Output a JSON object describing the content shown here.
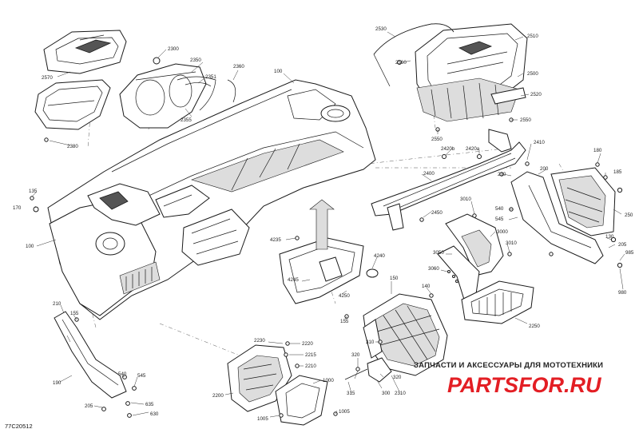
{
  "drawing_code": "77C20512",
  "watermark": {
    "top_text": "ЗАПЧАСТИ И АКСЕССУАРЫ ДЛЯ МОТОТЕХНИКИ",
    "logo_text": "PARTSFOR.RU"
  },
  "callouts": [
    {
      "id": "c2570",
      "text": "2570"
    },
    {
      "id": "c2380",
      "text": "2380"
    },
    {
      "id": "c2300",
      "text": "2300"
    },
    {
      "id": "c2350",
      "text": "2350"
    },
    {
      "id": "c2351",
      "text": "2351"
    },
    {
      "id": "c2360",
      "text": "2360"
    },
    {
      "id": "c2355",
      "text": "2355"
    },
    {
      "id": "c100a",
      "text": "100"
    },
    {
      "id": "c2530",
      "text": "2530"
    },
    {
      "id": "c2560",
      "text": "2560"
    },
    {
      "id": "c2510",
      "text": "2510"
    },
    {
      "id": "c2500",
      "text": "2500"
    },
    {
      "id": "c2520",
      "text": "2520"
    },
    {
      "id": "c2550",
      "text": "2550"
    },
    {
      "id": "c2550b",
      "text": "2550"
    },
    {
      "id": "c2420b",
      "text": "2420b"
    },
    {
      "id": "c2420a",
      "text": "2420a"
    },
    {
      "id": "c2410",
      "text": "2410"
    },
    {
      "id": "c210a",
      "text": "210"
    },
    {
      "id": "c200",
      "text": "200"
    },
    {
      "id": "c180",
      "text": "180"
    },
    {
      "id": "c185",
      "text": "185"
    },
    {
      "id": "c250",
      "text": "250"
    },
    {
      "id": "c2400",
      "text": "2400"
    },
    {
      "id": "c3010a",
      "text": "3010"
    },
    {
      "id": "c540a",
      "text": "540"
    },
    {
      "id": "c545a",
      "text": "545"
    },
    {
      "id": "c2450",
      "text": "2450"
    },
    {
      "id": "c3000",
      "text": "3000"
    },
    {
      "id": "c3010b",
      "text": "3010"
    },
    {
      "id": "c3050",
      "text": "3050"
    },
    {
      "id": "c3060",
      "text": "3060"
    },
    {
      "id": "c130",
      "text": "130"
    },
    {
      "id": "c205a",
      "text": "205"
    },
    {
      "id": "c985",
      "text": "985"
    },
    {
      "id": "c980",
      "text": "980"
    },
    {
      "id": "c135",
      "text": "135"
    },
    {
      "id": "c170",
      "text": "170"
    },
    {
      "id": "c100b",
      "text": "100"
    },
    {
      "id": "c4235",
      "text": "4235"
    },
    {
      "id": "c4240",
      "text": "4240"
    },
    {
      "id": "c4245",
      "text": "4245"
    },
    {
      "id": "c4250",
      "text": "4250"
    },
    {
      "id": "c150",
      "text": "150"
    },
    {
      "id": "c140",
      "text": "140"
    },
    {
      "id": "c2250",
      "text": "2250"
    },
    {
      "id": "c155a",
      "text": "155"
    },
    {
      "id": "c210b",
      "text": "210"
    },
    {
      "id": "c155b",
      "text": "155"
    },
    {
      "id": "c190",
      "text": "190"
    },
    {
      "id": "c540b",
      "text": "540"
    },
    {
      "id": "c545b",
      "text": "545"
    },
    {
      "id": "c205b",
      "text": "205"
    },
    {
      "id": "c635",
      "text": "635"
    },
    {
      "id": "c630",
      "text": "630"
    },
    {
      "id": "c2230",
      "text": "2230"
    },
    {
      "id": "c2220",
      "text": "2220"
    },
    {
      "id": "c2215",
      "text": "2215"
    },
    {
      "id": "c2210",
      "text": "2210"
    },
    {
      "id": "c1000",
      "text": "1000"
    },
    {
      "id": "c2200",
      "text": "2200"
    },
    {
      "id": "c1005a",
      "text": "1005"
    },
    {
      "id": "c1005b",
      "text": "1005"
    },
    {
      "id": "c310",
      "text": "310"
    },
    {
      "id": "c320a",
      "text": "320"
    },
    {
      "id": "c320b",
      "text": "320"
    },
    {
      "id": "c315",
      "text": "315"
    },
    {
      "id": "c300",
      "text": "300"
    },
    {
      "id": "c2310",
      "text": "2310"
    }
  ]
}
